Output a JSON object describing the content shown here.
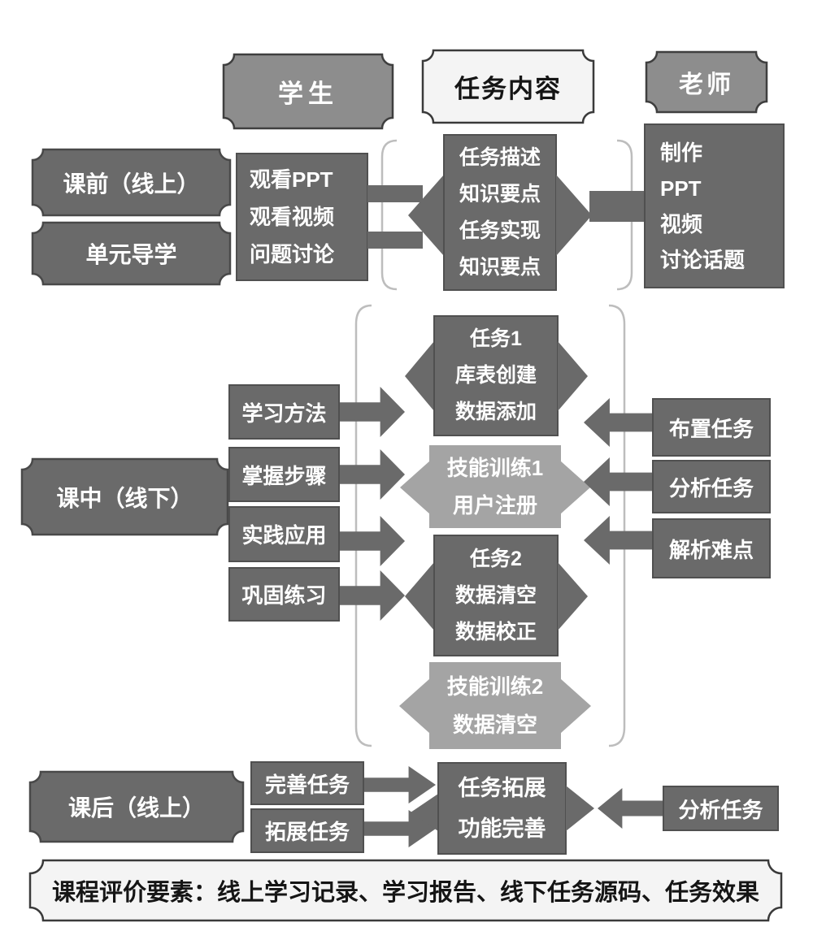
{
  "headers": {
    "student": "学生",
    "task_content": "任务内容",
    "teacher": "老师"
  },
  "phases": {
    "pre_class": "课前（线上）",
    "unit_guide": "单元导学",
    "in_class": "课中（线下）",
    "post_class": "课后（线上）"
  },
  "pre_class": {
    "student_activities": [
      "观看PPT",
      "观看视频",
      "问题讨论"
    ],
    "task_content": [
      "任务描述",
      "知识要点",
      "任务实现",
      "知识要点"
    ],
    "teacher_activities": [
      "制作",
      "PPT",
      "视频",
      "讨论话题"
    ]
  },
  "in_class": {
    "student_steps": [
      "学习方法",
      "掌握步骤",
      "实践应用",
      "巩固练习"
    ],
    "task1": [
      "任务1",
      "库表创建",
      "数据添加"
    ],
    "skill1": [
      "技能训练1",
      "用户注册"
    ],
    "task2": [
      "任务2",
      "数据清空",
      "数据校正"
    ],
    "skill2": [
      "技能训练2",
      "数据清空"
    ],
    "teacher_steps": [
      "布置任务",
      "分析任务",
      "解析难点"
    ]
  },
  "post_class": {
    "student_steps": [
      "完善任务",
      "拓展任务"
    ],
    "task_box": [
      "任务拓展",
      "功能完善"
    ],
    "teacher_step": "分析任务"
  },
  "footer": {
    "evaluation": "课程评价要素：线上学习记录、学习报告、线下任务源码、任务效果"
  },
  "colors": {
    "dark_box": "#6a6a6a",
    "medium_plaque": "#8d8d8d",
    "light_task_box": "#a4a4a4",
    "light_plaque": "#f4f4f4",
    "dark_border": "#494949",
    "bracket_line": "#bdbdbd",
    "text_on_dark": "#ffffff",
    "text_on_light": "#151515"
  }
}
